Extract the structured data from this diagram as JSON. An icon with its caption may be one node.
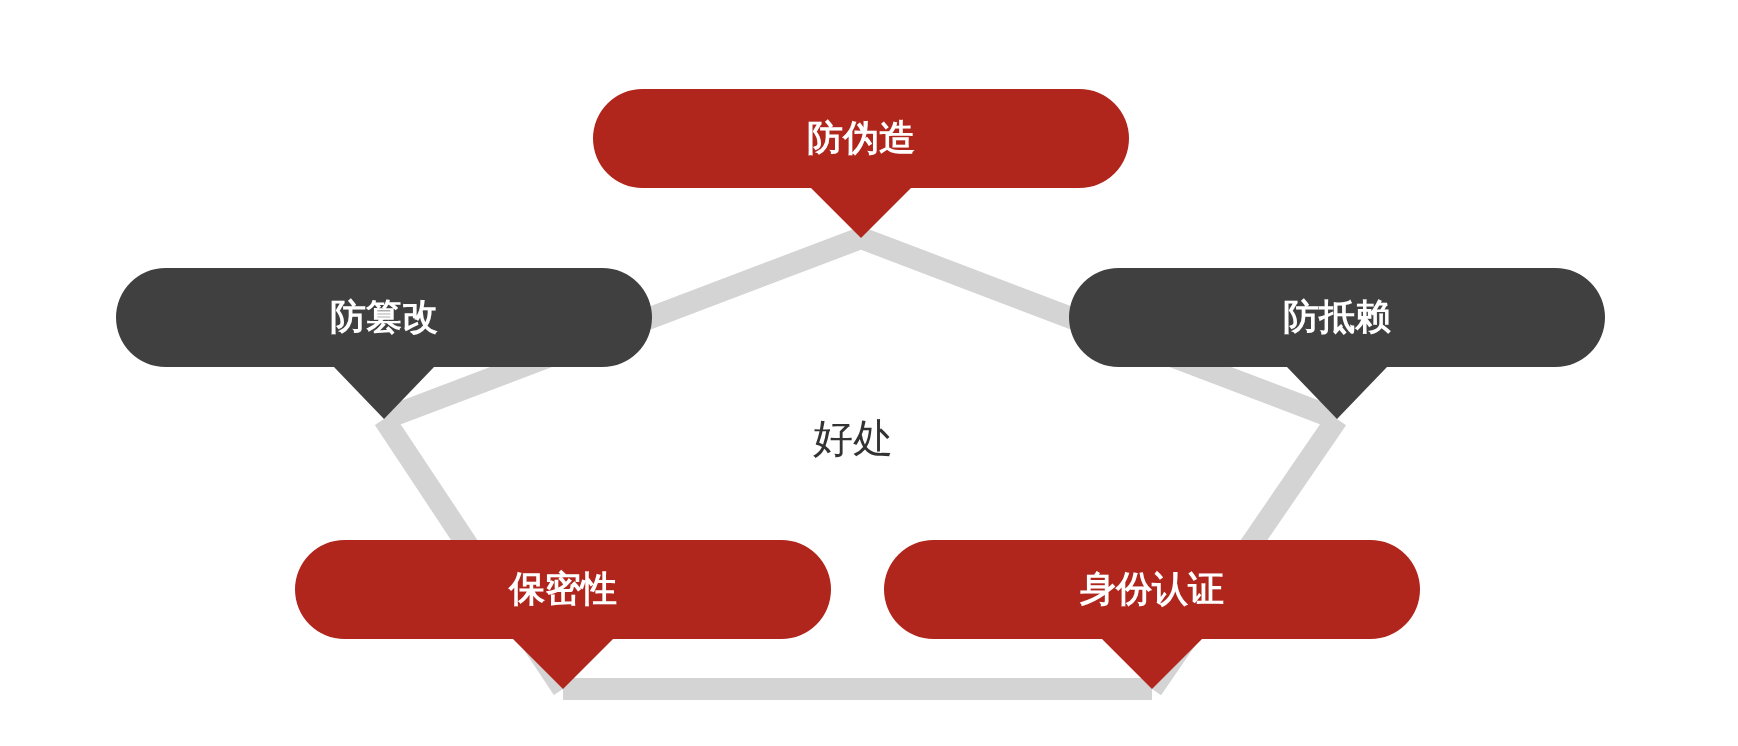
{
  "diagram": {
    "nodes": [
      {
        "text": [
          "防伪造"
        ]
      },
      {
        "text": [
          "防篡改"
        ]
      },
      {
        "text": [
          "防抵赖"
        ]
      },
      {
        "text": [
          "保密性"
        ]
      },
      {
        "text": [
          "身份认证"
        ]
      }
    ],
    "edges": [
      {
        "from": 0,
        "to": 2,
        "arrow": "none"
      },
      {
        "from": 2,
        "to": 4,
        "arrow": "none"
      },
      {
        "from": 4,
        "to": 3,
        "arrow": "none"
      },
      {
        "from": 3,
        "to": 1,
        "arrow": "none"
      },
      {
        "from": 1,
        "to": 0,
        "arrow": "none"
      }
    ],
    "labels": [
      "好处"
    ]
  }
}
